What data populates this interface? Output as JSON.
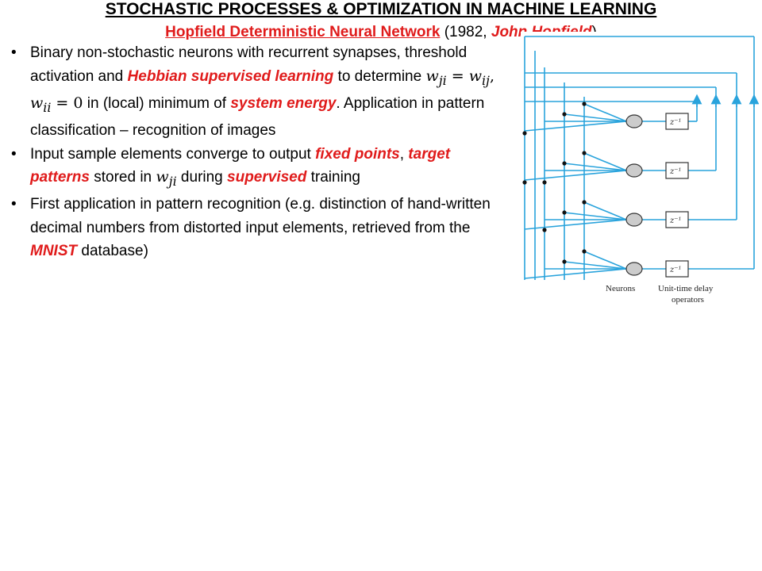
{
  "slide": {
    "title": "STOCHASTIC PROCESSES & OPTIMIZATION IN MACHINE LEARNING",
    "subtitle": {
      "network_name": "Hopfield Deterministic Neural Network",
      "paren_open": " (1982, ",
      "author": "John Hopfield",
      "paren_close": ")"
    }
  },
  "bullets": [
    {
      "t1": "Binary non-stochastic neurons with recurrent synapses, threshold activation and ",
      "h1": "Hebbian supervised learning",
      "t2": " to determine ",
      "m1": "w",
      "m1_sub": "ji",
      "m_eq": " = ",
      "m2": "w",
      "m2_sub": "ij",
      "m_comma": ", ",
      "m3": "w",
      "m3_sub": "ii",
      "m_eq0": " = 0",
      "t3": " in (local) minimum of ",
      "h2": "system energy",
      "t4": ". Application in pattern classification – recognition of images"
    },
    {
      "t1": "Input sample elements converge to output ",
      "h1": "fixed points",
      "t2": ", ",
      "h2": "target patterns",
      "t3": " stored in ",
      "m1": "w",
      "m1_sub": "ji",
      "t4": " during ",
      "h3": "supervised",
      "t5": " training"
    },
    {
      "t1": "First application in pattern recognition (e.g. distinction of hand-written decimal numbers from distorted input elements, retrieved from the ",
      "h1": "MNIST",
      "t2": " database)"
    }
  ],
  "diagram": {
    "delay_label": "z⁻¹",
    "caption_neurons": "Neurons",
    "caption_delay_line1": "Unit-time delay",
    "caption_delay_line2": "operators",
    "wire_color": "#29a3dc",
    "neuron_fill": "#cccccc"
  },
  "colors": {
    "accent_red": "#e01b1b"
  }
}
